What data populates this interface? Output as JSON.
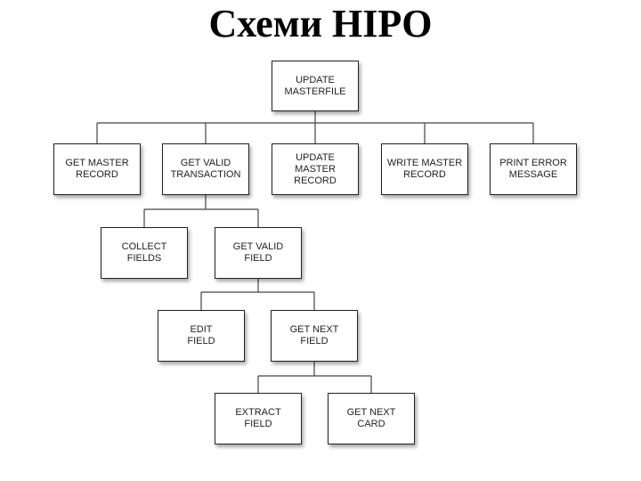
{
  "title": "Схеми HIPO",
  "nodes": {
    "update_masterfile": "UPDATE\nMASTERFILE",
    "get_master_record": "GET MASTER\nRECORD",
    "get_valid_transaction": "GET VALID\nTRANSACTION",
    "update_master_record": "UPDATE\nMASTER\nRECORD",
    "write_master_record": "WRITE MASTER\nRECORD",
    "print_error_message": "PRINT ERROR\nMESSAGE",
    "collect_fields": "COLLECT\nFIELDS",
    "get_valid_field": "GET VALID\nFIELD",
    "edit_field": "EDIT\nFIELD",
    "get_next_field": "GET NEXT\nFIELD",
    "extract_field": "EXTRACT\nFIELD",
    "get_next_card": "GET NEXT\nCARD"
  },
  "colors": {
    "line": "#444444",
    "border": "#222222",
    "text": "#222222"
  }
}
